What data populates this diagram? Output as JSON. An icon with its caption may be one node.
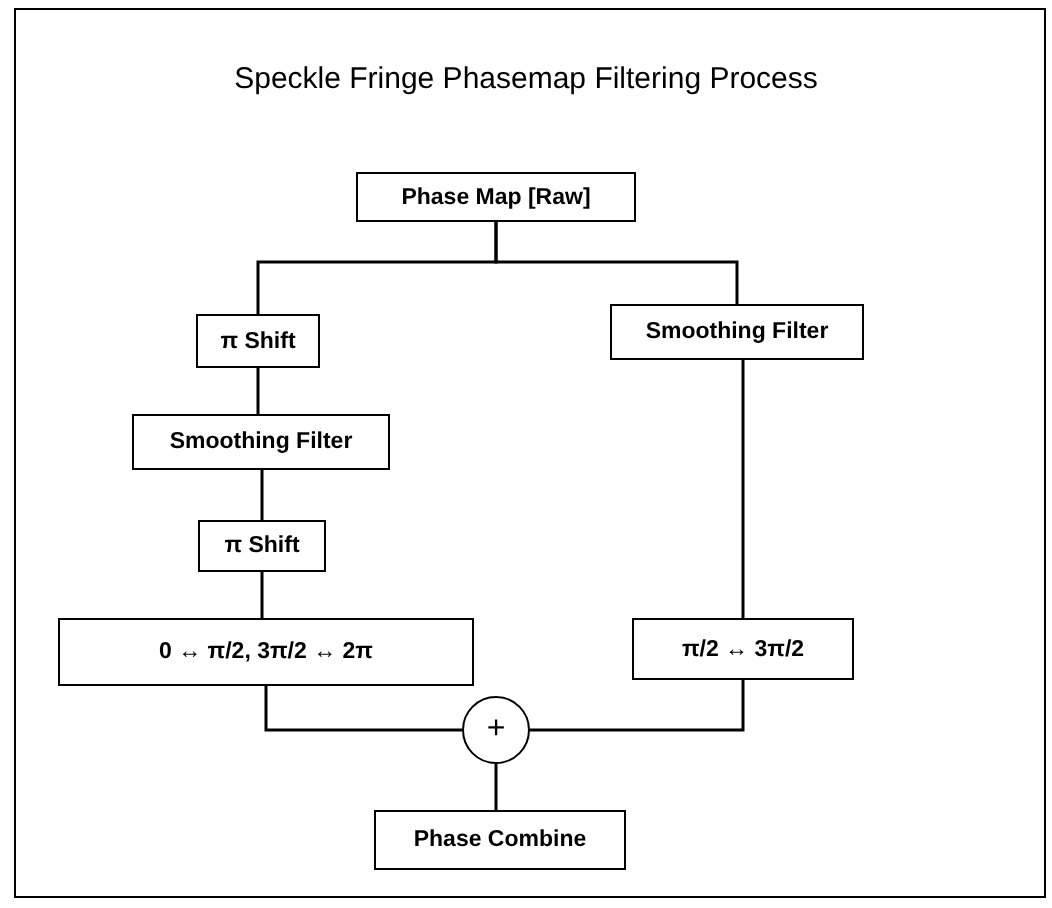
{
  "diagram": {
    "title": "Speckle Fringe Phasemap Filtering Process",
    "nodes": [
      {
        "text": [
          "Phase Map [Raw]"
        ]
      },
      {
        "text": [
          "π Shift"
        ]
      },
      {
        "text": [
          "Smoothing Filter"
        ]
      },
      {
        "text": [
          "Smoothing Filter"
        ]
      },
      {
        "text": [
          "π Shift"
        ]
      },
      {
        "text": [
          "0 ↔ π/2, 3π/2 ↔ 2π"
        ]
      },
      {
        "text": [
          "π/2 ↔ 3π/2"
        ]
      },
      {
        "text": [
          "+"
        ]
      },
      {
        "text": [
          "Phase Combine"
        ]
      }
    ],
    "edges": [
      {
        "from": 0,
        "to": 1,
        "arrow": "none"
      },
      {
        "from": 0,
        "to": 2,
        "arrow": "none"
      },
      {
        "from": 1,
        "to": 3,
        "arrow": "none"
      },
      {
        "from": 3,
        "to": 4,
        "arrow": "none"
      },
      {
        "from": 4,
        "to": 5,
        "arrow": "none"
      },
      {
        "from": 2,
        "to": 6,
        "arrow": "none"
      },
      {
        "from": 5,
        "to": 7,
        "arrow": "none"
      },
      {
        "from": 6,
        "to": 7,
        "arrow": "none"
      },
      {
        "from": 7,
        "to": 8,
        "arrow": "none"
      }
    ]
  }
}
